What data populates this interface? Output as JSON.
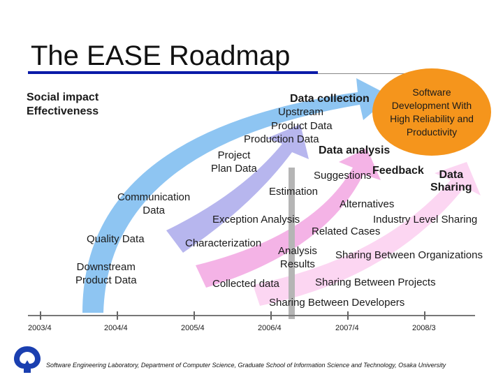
{
  "title": "The EASE Roadmap",
  "axis_label": {
    "line1": "Social impact",
    "line2": "Effectiveness"
  },
  "goal": {
    "line1": "Software",
    "line2": "Development With",
    "line3": "High Reliability and",
    "line4": "Productivity"
  },
  "data_collection": {
    "heading": "Data collection",
    "items": [
      "Upstream",
      "Product Data",
      "Production Data"
    ]
  },
  "data_analysis": {
    "heading": "Data analysis"
  },
  "project_plan": {
    "line1": "Project",
    "line2": "Plan Data"
  },
  "suggestions": "Suggestions",
  "feedback": "Feedback",
  "data_sharing": {
    "line1": "Data",
    "line2": "Sharing"
  },
  "estimation": "Estimation",
  "alternatives": "Alternatives",
  "communication": {
    "line1": "Communication",
    "line2": "Data"
  },
  "exception_analysis": "Exception Analysis",
  "industry_level_sharing": "Industry Level Sharing",
  "related_cases": "Related Cases",
  "quality_data": "Quality Data",
  "characterization": "Characterization",
  "analysis_results": {
    "line1": "Analysis",
    "line2": "Results"
  },
  "sharing_between_organizations": "Sharing Between Organizations",
  "downstream": {
    "line1": "Downstream",
    "line2": "Product Data"
  },
  "collected_data": "Collected data",
  "sharing_between_projects": "Sharing Between Projects",
  "sharing_between_developers": "Sharing Between Developers",
  "timeline": [
    "2003/4",
    "2004/4",
    "2005/4",
    "2006/4",
    "2007/4",
    "2008/3"
  ],
  "footer": "Software Engineering Laboratory, Department of Computer Science, Graduate School of Information Science and Technology, Osaka University",
  "colors": {
    "arrow_blue": "#8ec5f2",
    "arrow_lavender": "#b7b6ee",
    "arrow_pink": "#f4b3e6",
    "arrow_light_pink": "#fcd6f2",
    "goal_orange": "#f5951c",
    "title_rule": "#0a1aa8",
    "logo_blue": "#1a3fb0"
  }
}
